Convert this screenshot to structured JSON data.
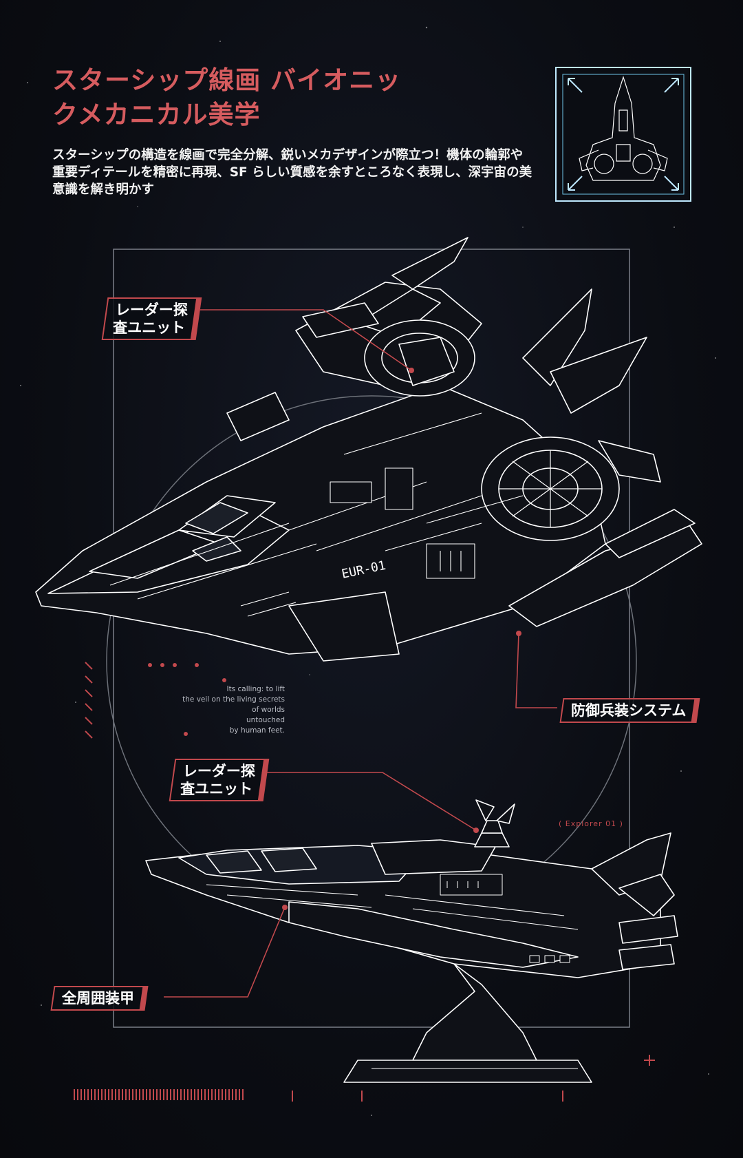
{
  "title": "スターシップ線画 バイオニックメカニカル美学",
  "description": "スターシップの構造を線画で完全分解、鋭いメカデザインが際立つ！機体の輪郭や重要ディテールを精密に再現、SF らしい質感を余すところなく表現し、深宇宙の美意識を解き明かす",
  "labels": {
    "radar_top": [
      "レーダー探",
      "査ユニット"
    ],
    "defense": "防御兵装システム",
    "radar_bottom": [
      "レーダー探",
      "査ユニット"
    ],
    "armor": "全周囲装甲"
  },
  "hull_marking": "EUR-01",
  "poem": [
    "Its calling: to lift",
    "the veil on the living secrets",
    "of worlds",
    "untouched",
    "by human feet."
  ],
  "model_label": "( Explorer  01 )",
  "colors": {
    "accent": "#c2494d",
    "title": "#d65c5f",
    "background": "#0b0d13",
    "line": "#ffffff"
  },
  "icons": [
    "starship-thumbnail-icon",
    "corner-expand-icon",
    "plus-icon"
  ]
}
